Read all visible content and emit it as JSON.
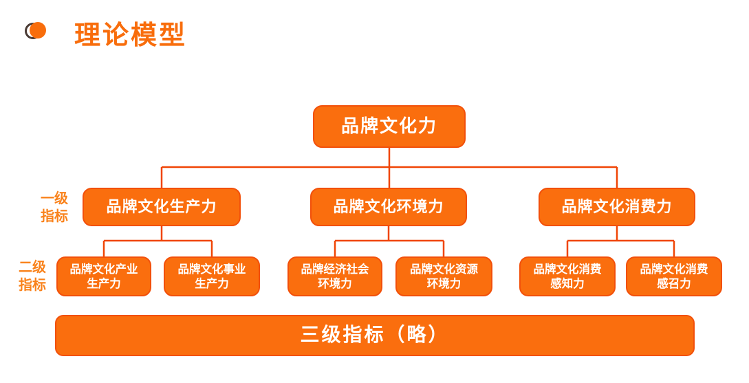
{
  "page": {
    "title": "理论模型"
  },
  "colors": {
    "box_fill": "#FA6E0E",
    "box_border": "#F2500A",
    "line": "#F04505",
    "title_text": "#F86D0C",
    "label_text": "#F9821B"
  },
  "diagram": {
    "root": {
      "label": "品牌文化力"
    },
    "row_labels": {
      "level1": {
        "line1": "一级",
        "line2": "指标"
      },
      "level2": {
        "line1": "二级",
        "line2": "指标"
      }
    },
    "level1": [
      {
        "label": "品牌文化生产力"
      },
      {
        "label": "品牌文化环境力"
      },
      {
        "label": "品牌文化消费力"
      }
    ],
    "level2": [
      {
        "line1": "品牌文化产业",
        "line2": "生产力"
      },
      {
        "line1": "品牌文化事业",
        "line2": "生产力"
      },
      {
        "line1": "品牌经济社会",
        "line2": "环境力"
      },
      {
        "line1": "品牌文化资源",
        "line2": "环境力"
      },
      {
        "line1": "品牌文化消费",
        "line2": "感知力"
      },
      {
        "line1": "品牌文化消费",
        "line2": "感召力"
      }
    ],
    "level3_bar": {
      "label": "三级指标（略）"
    }
  }
}
